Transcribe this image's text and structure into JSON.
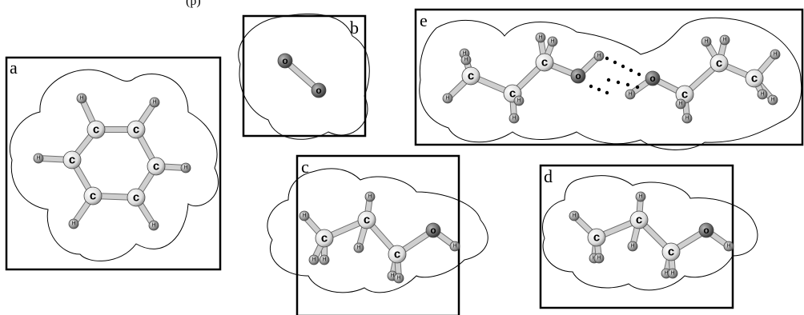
{
  "top_fragment": "(p)",
  "colors": {
    "carbon": "#e9e9e9",
    "oxygen": "#6e6e6e",
    "hydrogen": "#9a9a9a",
    "frame": "#000000"
  },
  "panels": [
    {
      "id": "a",
      "label": "a"
    },
    {
      "id": "b",
      "label": "b"
    },
    {
      "id": "c",
      "label": "c"
    },
    {
      "id": "d",
      "label": "d"
    },
    {
      "id": "e",
      "label": "e"
    }
  ],
  "atom_labels": {
    "carbon": "c",
    "oxygen": "o",
    "hydrogen": "H"
  }
}
